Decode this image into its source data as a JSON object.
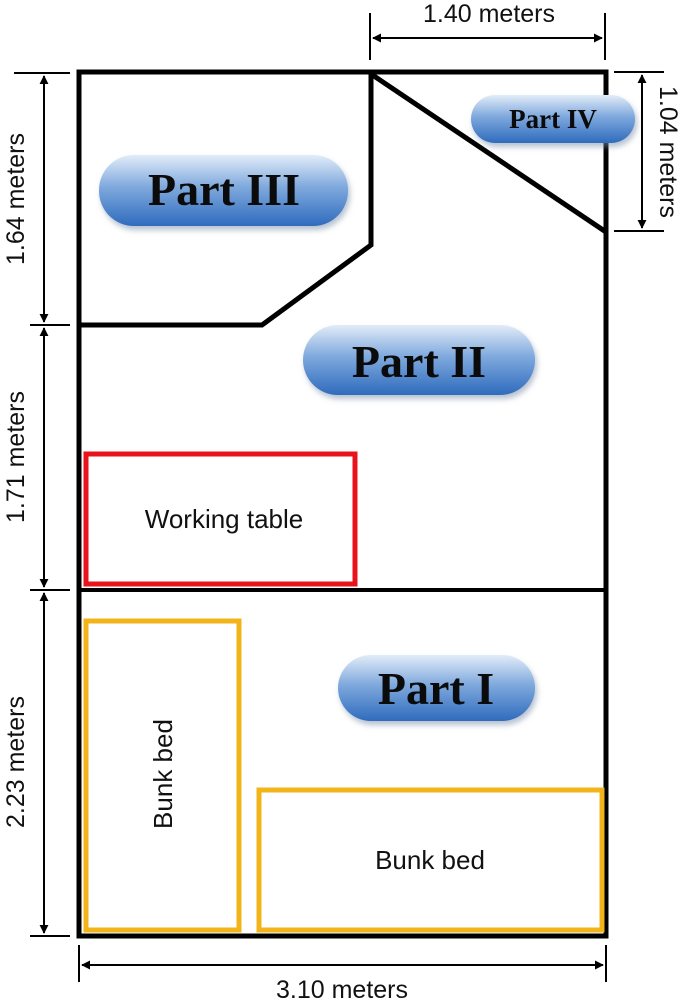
{
  "colors": {
    "wall": "#000000",
    "working_table_outline": "#e8141b",
    "bunk_bed_outline": "#f2b418",
    "pill_top": "#e2ecf8",
    "pill_mid": "#7fa9dd",
    "pill_bottom": "#2f6bbd",
    "dimension_line": "#000000"
  },
  "dimensions": {
    "top": "1.40 meters",
    "bottom": "3.10 meters",
    "left_upper": "1.64 meters",
    "left_middle": "1.71 meters",
    "left_lower": "2.23 meters",
    "right": "1.04 meters"
  },
  "parts": {
    "part_1": "Part I",
    "part_2": "Part II",
    "part_3": "Part III",
    "part_4": "Part IV"
  },
  "furniture": {
    "working_table": "Working table",
    "bunk_bed_vertical": "Bunk bed",
    "bunk_bed_horizontal": "Bunk bed"
  }
}
